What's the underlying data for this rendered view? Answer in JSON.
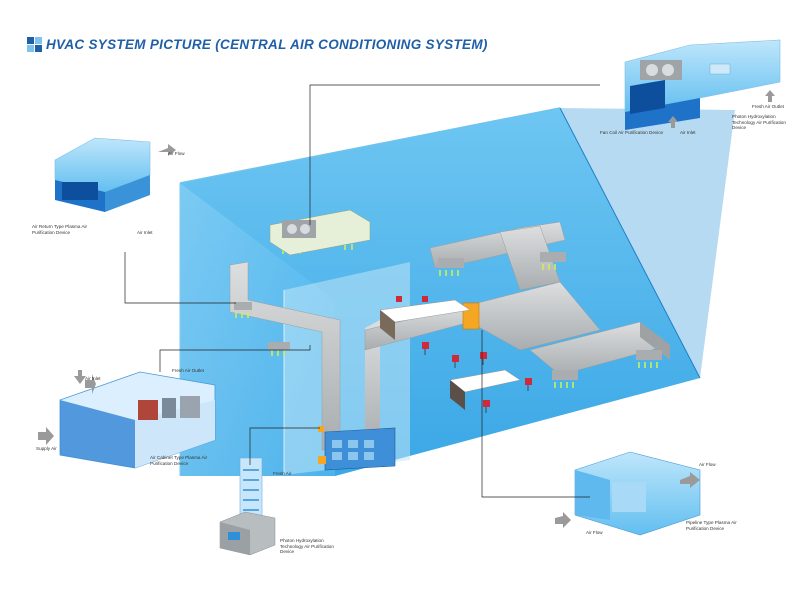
{
  "title": "HVAC SYSTEM PICTURE (CENTRAL AIR CONDITIONING SYSTEM)",
  "colors": {
    "title": "#1f5fa8",
    "room_blue": "#4fb3ea",
    "room_dark": "#2f95d6",
    "duct_grey": "#c9cbcc",
    "air_outlet_green": "#c8f05a",
    "accent_orange": "#f5a623"
  },
  "labels": {
    "air_flow_top_left": "Air Flow",
    "air_return_device": "Air Return Type Plasma Air Purification Device",
    "air_inlet_left": "Air Inlet",
    "fresh_air_outlet_top": "Fresh Air Outlet",
    "photon_device_top": "Photon Hydroxylation Technology Air Purification Device",
    "fan_coil_device": "Fan Coil Air Purification Device",
    "air_inlet_top_right": "Air Inlet",
    "air_inlet_cabinet": "Air Inlet",
    "fresh_air_outlet_cabinet": "Fresh Air Outlet",
    "supply_air": "Supply Air",
    "air_cabinet_device": "Air Cabinet Type Plasma Air Purification Device",
    "fresh_air": "Fresh Air",
    "photon_device_bottom": "Photon Hydroxylation Technology Air Purification Device",
    "air_flow_right": "Air Flow",
    "air_flow_bottom_right": "Air Flow",
    "pipeline_device": "Pipeline Type Plasma Air Purification Device"
  }
}
